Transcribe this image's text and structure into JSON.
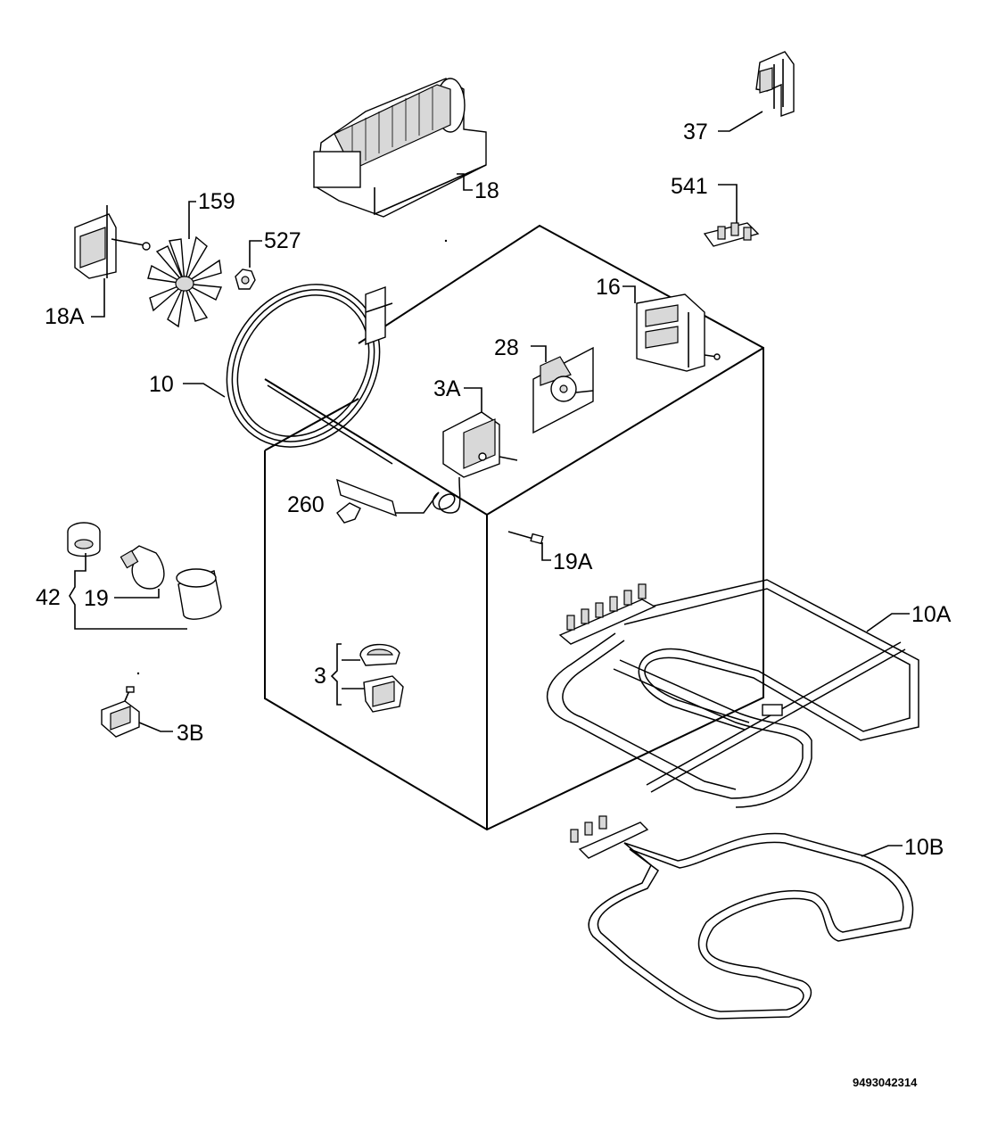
{
  "document_code": "9493042314",
  "labels": {
    "l37": "37",
    "l541": "541",
    "l18": "18",
    "l159": "159",
    "l527": "527",
    "l18a": "18A",
    "l16": "16",
    "l28": "28",
    "l10": "10",
    "l3a": "3A",
    "l260": "260",
    "l19a": "19A",
    "l42": "42",
    "l19": "19",
    "l10a": "10A",
    "l3": "3",
    "l3b": "3B",
    "l10b": "10B"
  },
  "parts": [
    "switch-37",
    "terminal-block-541",
    "tangential-fan-18",
    "fan-blade-159",
    "nut-527",
    "fan-motor-18a",
    "selector-switch-16",
    "timer-28",
    "circular-element-10",
    "thermostat-3a",
    "clip-260",
    "sensor-19a",
    "lamp-assembly-42",
    "bulb-19",
    "grill-element-10a",
    "thermal-cutout-3",
    "thermostat-3b",
    "bottom-element-10b"
  ]
}
